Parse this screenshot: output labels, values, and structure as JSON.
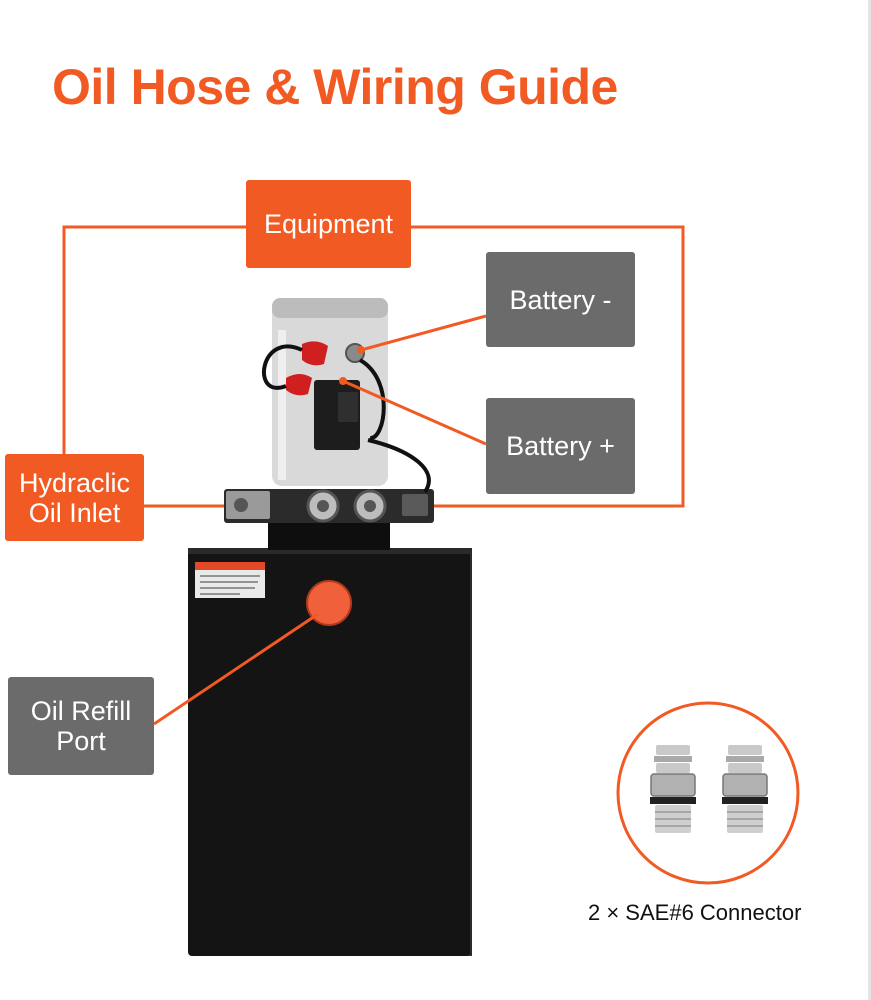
{
  "page": {
    "title": "Oil Hose & Wiring Guide",
    "accent_color": "#f25a24",
    "callout_gray": "#6b6b6b"
  },
  "callouts": {
    "equipment": "Equipment",
    "battery_negative": "Battery -",
    "battery_positive": "Battery +",
    "hydraulic_inlet_line1": "Hydraclic",
    "hydraulic_inlet_line2": "Oil Inlet",
    "oil_refill_line1": "Oil Refill",
    "oil_refill_line2": "Port"
  },
  "connector": {
    "caption": "2 × SAE#6 Connector"
  },
  "product": {
    "label_icon": "warning-label-icon",
    "tank_icon": "oil-tank-icon",
    "motor_icon": "dc-motor-icon",
    "fitting_icon": "hydraulic-fitting-icon"
  }
}
